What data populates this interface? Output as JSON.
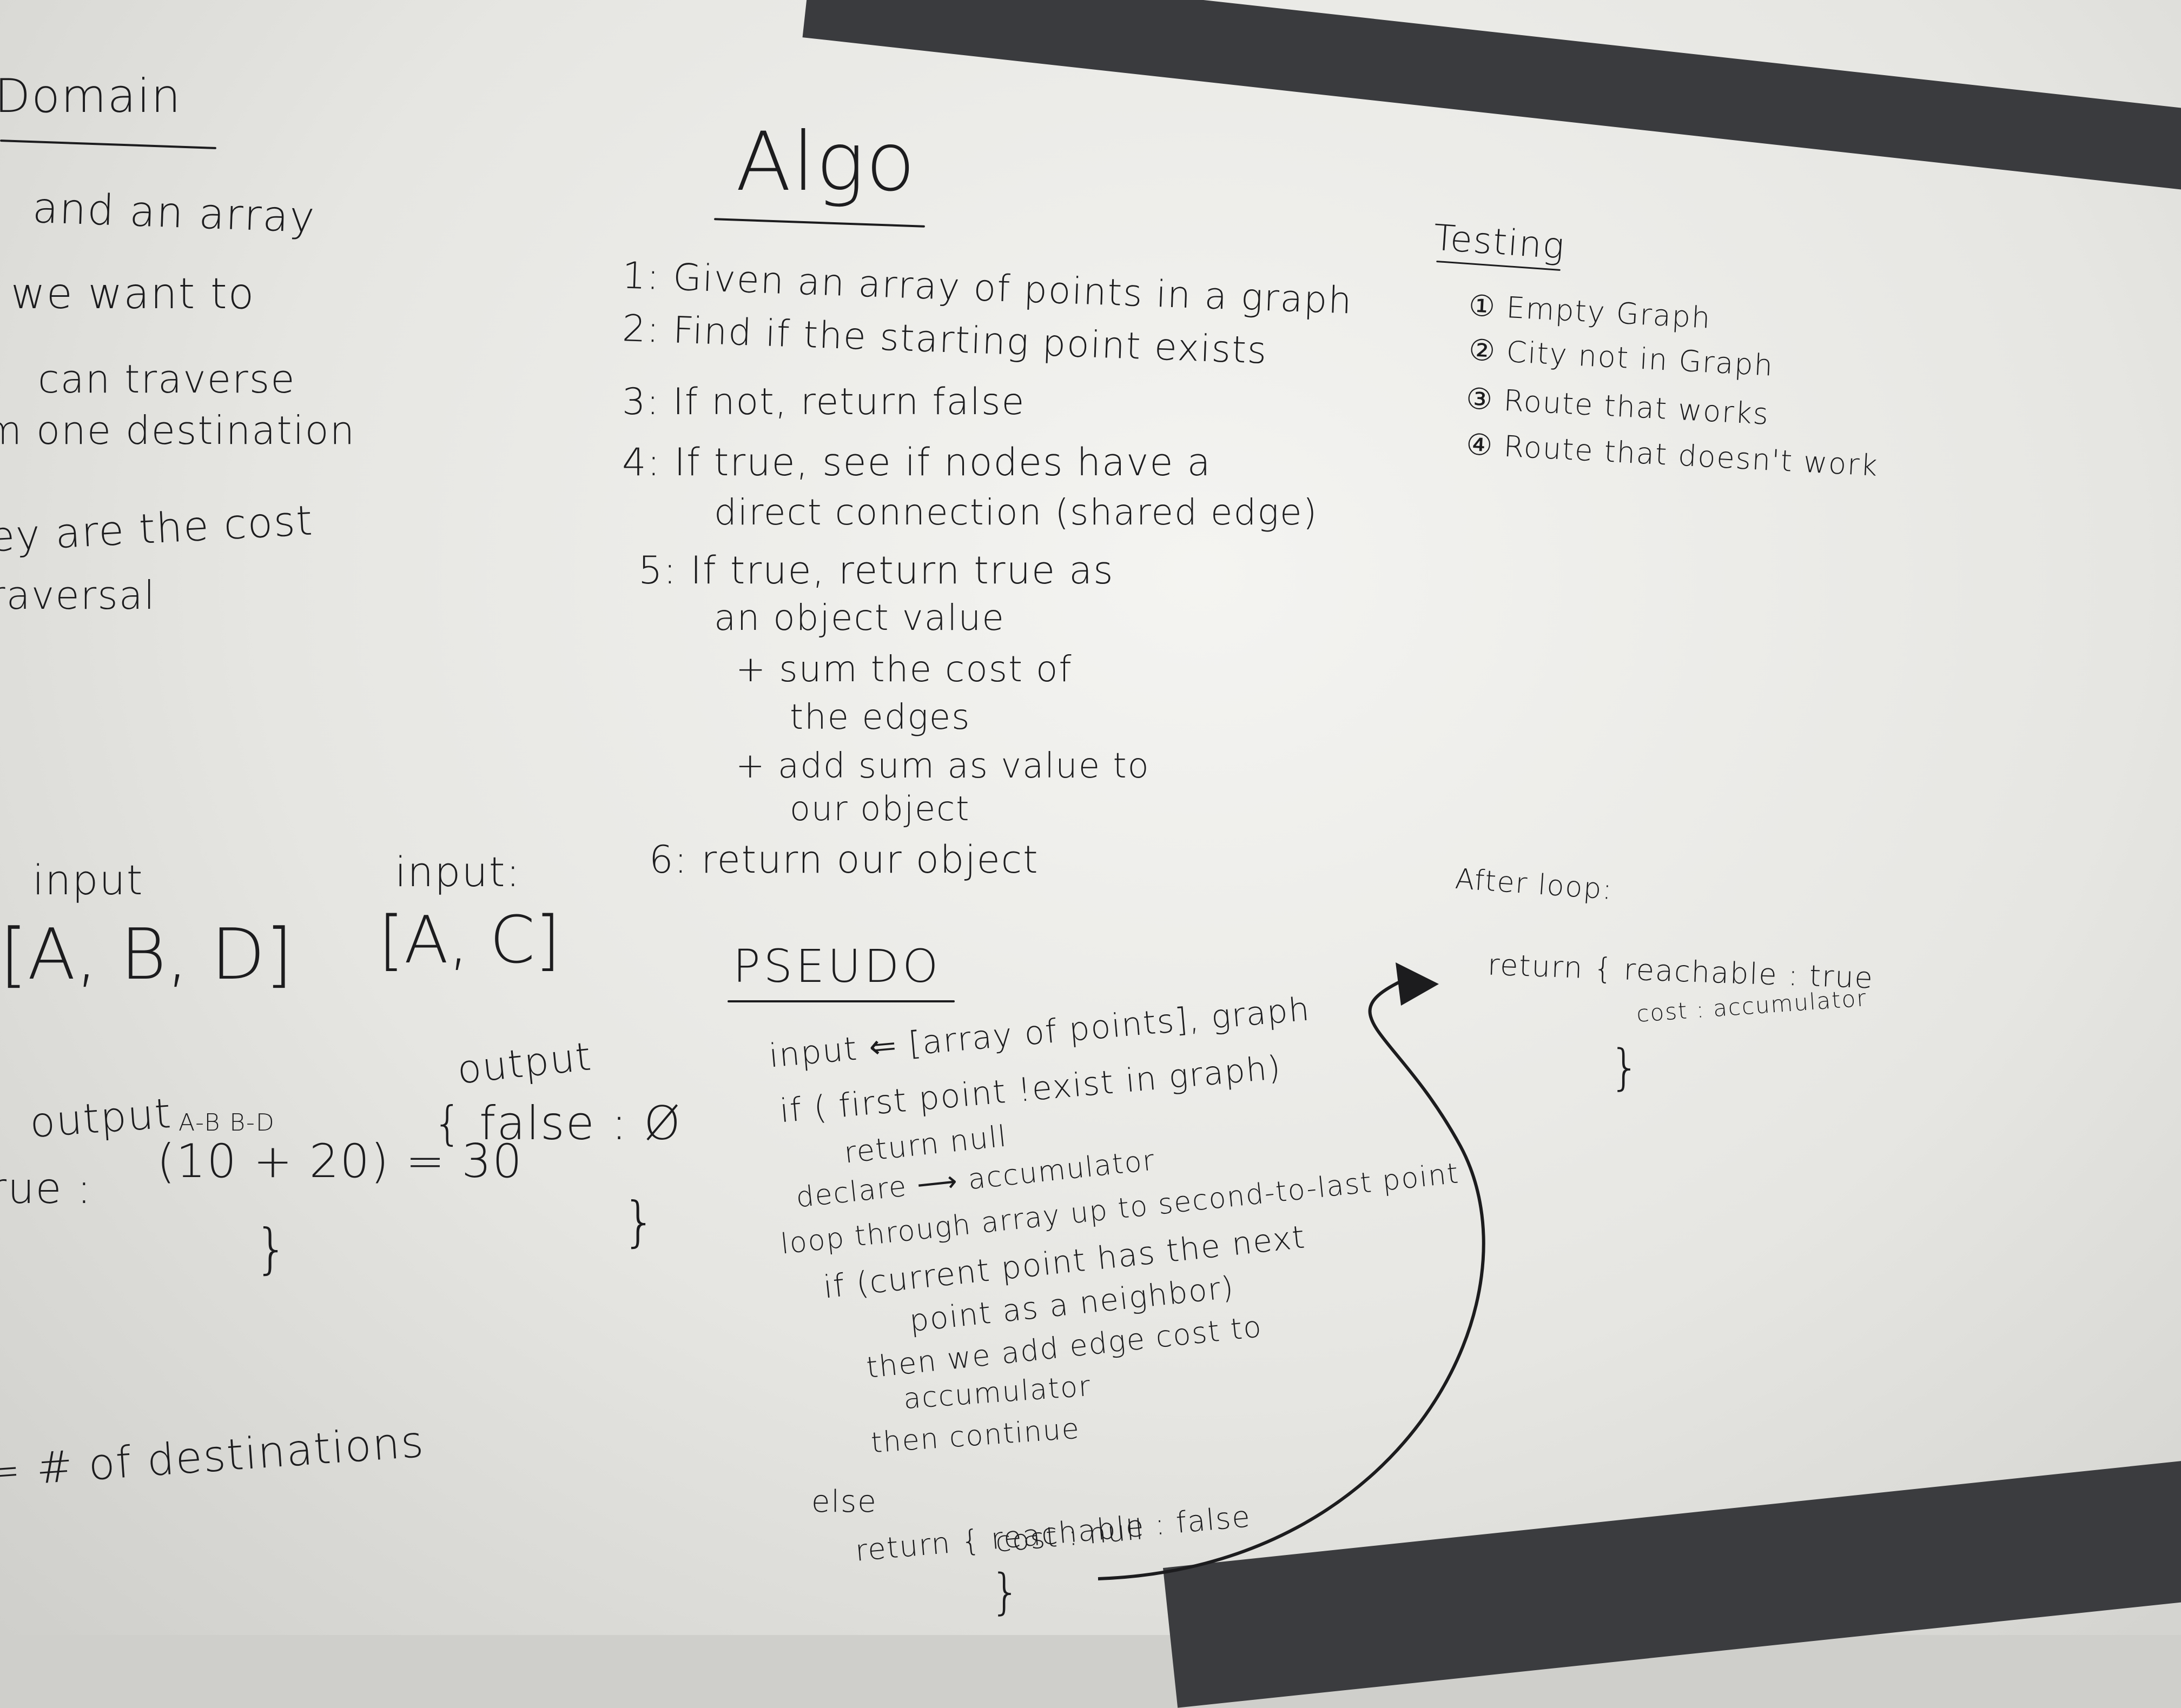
{
  "left_section": {
    "heading": "Domain",
    "lines": [
      "and an array",
      "we want to",
      "can traverse",
      "m one destination",
      "ey are the cost",
      "raversal"
    ],
    "examples": {
      "input1_label": "input",
      "input1_value": "[A, B, D]",
      "input2_label": "input:",
      "input2_value": "[A, C]",
      "output1_label": "output",
      "output1_prefix": "rue :",
      "output1_edges": "A-B      B-D",
      "output1_sum": "(10 + 20) = 30",
      "output1_close": "}",
      "output2_label": "output",
      "output2_value": "{ false : Ø",
      "output2_close": "}",
      "footer": "= # of destinations"
    }
  },
  "algo_section": {
    "heading": "Algo",
    "steps": [
      "1: Given an array of points in a graph",
      "2: Find if the starting point exists",
      "3: If not, return false",
      "4: If true, see if nodes have a",
      "direct connection (shared edge)",
      "5: If true, return true as",
      "an object value",
      "+ sum the cost of",
      "the edges",
      "+ add sum as value to",
      "our object",
      "6: return our object"
    ]
  },
  "testing_section": {
    "heading": "Testing",
    "items": [
      "① Empty Graph",
      "② City not in Graph",
      "③ Route that works",
      "④ Route that doesn't work"
    ]
  },
  "pseudo_section": {
    "heading": "PSEUDO",
    "lines": [
      "input ⇐ [array of points], graph",
      "if ( first point !exist in graph)",
      "return null",
      "declare ⟶ accumulator",
      "loop through array up to second-to-last point",
      "if (current point has the next",
      "point as a neighbor)",
      "then we add edge cost to",
      "accumulator",
      "then continue",
      "else",
      "return { reachable : false",
      "cost : null",
      "}"
    ]
  },
  "after_loop": {
    "label": "After loop:",
    "return_line": "return { reachable : true",
    "cost_line": "cost : accumulator",
    "close": "}"
  }
}
